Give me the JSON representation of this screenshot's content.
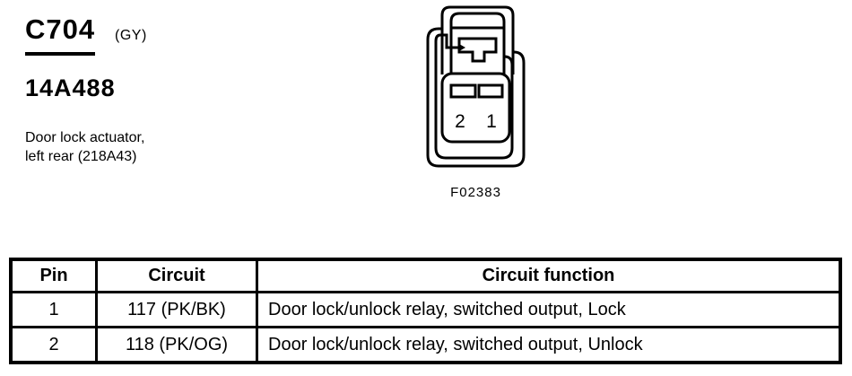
{
  "header": {
    "connector_id": "C704",
    "connector_color_code": "(GY)",
    "part_number": "14A488",
    "description_lines": [
      "Door lock actuator,",
      "left rear (218A43)"
    ]
  },
  "figure": {
    "caption": "F02383",
    "pin_labels": [
      "2",
      "1"
    ]
  },
  "pin_table": {
    "headers": [
      "Pin",
      "Circuit",
      "Circuit function"
    ],
    "rows": [
      [
        "1",
        "117 (PK/BK)",
        "Door lock/unlock relay, switched output, Lock"
      ],
      [
        "2",
        "118 (PK/OG)",
        "Door lock/unlock relay, switched output, Unlock"
      ]
    ]
  },
  "colors": {
    "ink": "#000000",
    "paper": "#ffffff"
  }
}
